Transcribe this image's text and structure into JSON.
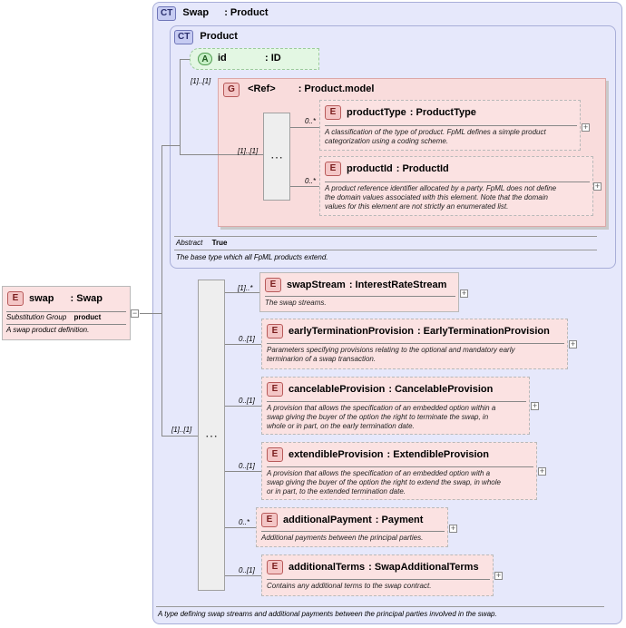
{
  "swap_ct": {
    "badge": "CT",
    "name": "Swap",
    "type": ": Product",
    "doc": "A type defining swap streams and additional payments between the principal parties involved in the swap."
  },
  "product_ct": {
    "badge": "CT",
    "name": "Product",
    "abstract_label": "Abstract",
    "abstract_value": "True",
    "doc": "The base type which all FpML products extend."
  },
  "id_attr": {
    "badge": "A",
    "name": "id",
    "type": ": ID"
  },
  "model_group": {
    "badge": "G",
    "name": "<Ref>",
    "type": ": Product.model",
    "card": "[1]..[1]"
  },
  "product_seq_card": "[1]..[1]",
  "product_elements": [
    {
      "badge": "E",
      "name": "productType",
      "type": ": ProductType",
      "card": "0..*",
      "doc": [
        "A classification of the type of product. FpML defines a simple product",
        "categorization using a coding scheme."
      ]
    },
    {
      "badge": "E",
      "name": "productId",
      "type": ": ProductId",
      "card": "0..*",
      "doc": [
        "A product reference identifier allocated by a party. FpML does not define",
        "the domain values associated with this element. Note that the domain",
        "values for this element are not strictly an enumerated list."
      ]
    }
  ],
  "swap_element": {
    "badge": "E",
    "name": "swap",
    "type": ": Swap",
    "subst_label": "Substitution Group",
    "subst_value": "product",
    "doc": "A swap product definition."
  },
  "swap_seq_card": "[1]..[1]",
  "swap_elements": [
    {
      "badge": "E",
      "name": "swapStream",
      "type": ": InterestRateStream",
      "card": "[1]..*",
      "doc": [
        "The swap streams."
      ]
    },
    {
      "badge": "E",
      "name": "earlyTerminationProvision",
      "type": ": EarlyTerminationProvision",
      "card": "0..[1]",
      "doc": [
        "Parameters specifying provisions relating to the optional and mandatory early",
        "terminarion of a swap transaction."
      ]
    },
    {
      "badge": "E",
      "name": "cancelableProvision",
      "type": ": CancelableProvision",
      "card": "0..[1]",
      "doc": [
        "A provision that allows the specification of an embedded option within a",
        "swap giving the buyer of the option the right to terminate the swap, in",
        "whole or in part, on the early termination date."
      ]
    },
    {
      "badge": "E",
      "name": "extendibleProvision",
      "type": ": ExtendibleProvision",
      "card": "0..[1]",
      "doc": [
        "A provision that allows the specification of an embedded option with a",
        "swap giving the buyer of the option the right to extend the swap, in whole",
        "or in part, to the extended termination date."
      ]
    },
    {
      "badge": "E",
      "name": "additionalPayment",
      "type": ": Payment",
      "card": "0..*",
      "doc": [
        "Additional payments between the principal parties."
      ]
    },
    {
      "badge": "E",
      "name": "additionalTerms",
      "type": ": SwapAdditionalTerms",
      "card": "0..[1]",
      "doc": [
        "Contains any additional terms to the swap contract."
      ]
    }
  ]
}
